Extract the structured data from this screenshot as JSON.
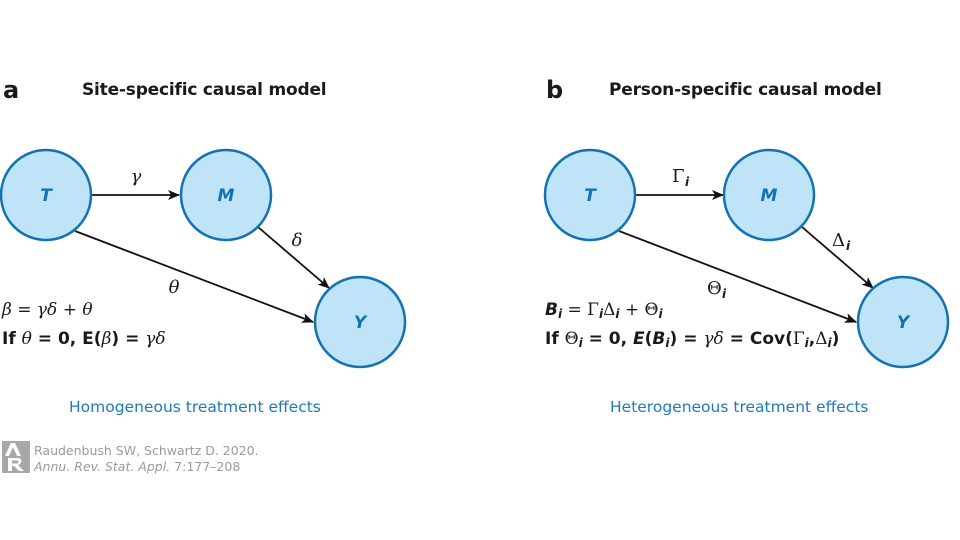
{
  "colors": {
    "node_fill": "#bfe4f8",
    "node_stroke": "#1372b3",
    "node_label": "#1372b3",
    "edge": "#111111",
    "caption": "#1f7ab8",
    "credit": "#9a9a9a"
  },
  "panels": [
    {
      "letter": "a",
      "title": "Site-specific causal model",
      "nodes": [
        {
          "id": "T",
          "label": "T"
        },
        {
          "id": "M",
          "label": "M"
        },
        {
          "id": "Y",
          "label": "Y"
        }
      ],
      "edges": [
        {
          "from": "T",
          "to": "M",
          "label": "γ"
        },
        {
          "from": "M",
          "to": "Y",
          "label": "δ"
        },
        {
          "from": "T",
          "to": "Y",
          "label": "θ"
        }
      ],
      "equation_1": {
        "lhs": "β",
        "eq": " = ",
        "rhs_a": "γδ",
        "plus": " + ",
        "rhs_b": "θ"
      },
      "equation_2": {
        "if": "If ",
        "var": "θ",
        "zero": " = 0, E(",
        "beta": "β",
        "close": ") = ",
        "result": "γδ"
      },
      "caption": "Homogeneous treatment effects"
    },
    {
      "letter": "b",
      "title": "Person-specific causal model",
      "nodes": [
        {
          "id": "T",
          "label": "T"
        },
        {
          "id": "M",
          "label": "M"
        },
        {
          "id": "Y",
          "label": "Y"
        }
      ],
      "edges": [
        {
          "from": "T",
          "to": "M",
          "label": "Γ",
          "sub": "i"
        },
        {
          "from": "M",
          "to": "Y",
          "label": "Δ",
          "sub": "i"
        },
        {
          "from": "T",
          "to": "Y",
          "label": "Θ",
          "sub": "i"
        }
      ],
      "equation_1": {
        "lhs": "B",
        "sub": "i",
        "eq": " = ",
        "g1": "Γ",
        "g2": "Δ",
        "plus": " + ",
        "g3": "Θ"
      },
      "equation_2": {
        "if": "If ",
        "theta": "Θ",
        "zero": " = 0, ",
        "E": "E",
        "open": "(",
        "B": "B",
        "close": ") = ",
        "gd": "γδ",
        "eq2": " = Cov(",
        "g1": "Γ",
        "comma": ",",
        "g2": "Δ",
        "end": ")"
      },
      "caption": "Heterogeneous treatment effects"
    }
  ],
  "credit": {
    "line1": "Raudenbush SW, Schwartz D. 2020.",
    "journal": "Annu. Rev. Stat. Appl.",
    "pages": " 7:177–208",
    "logo": "annual-reviews-logo"
  }
}
